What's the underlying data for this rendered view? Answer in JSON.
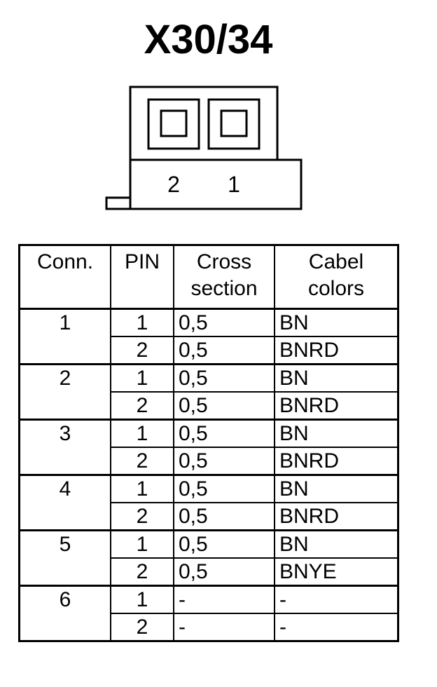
{
  "title": "X30/34",
  "connector": {
    "pin_labels": [
      "2",
      "1"
    ]
  },
  "table": {
    "headers": {
      "conn": "Conn.",
      "pin": "PIN",
      "cross": "Cross\nsection",
      "colors": "Cabel\ncolors"
    },
    "groups": [
      {
        "conn": "1",
        "rows": [
          {
            "pin": "1",
            "cross": "0,5",
            "color": "BN"
          },
          {
            "pin": "2",
            "cross": "0,5",
            "color": "BNRD"
          }
        ]
      },
      {
        "conn": "2",
        "rows": [
          {
            "pin": "1",
            "cross": "0,5",
            "color": "BN"
          },
          {
            "pin": "2",
            "cross": "0,5",
            "color": "BNRD"
          }
        ]
      },
      {
        "conn": "3",
        "rows": [
          {
            "pin": "1",
            "cross": "0,5",
            "color": "BN"
          },
          {
            "pin": "2",
            "cross": "0,5",
            "color": "BNRD"
          }
        ]
      },
      {
        "conn": "4",
        "rows": [
          {
            "pin": "1",
            "cross": "0,5",
            "color": "BN"
          },
          {
            "pin": "2",
            "cross": "0,5",
            "color": "BNRD"
          }
        ]
      },
      {
        "conn": "5",
        "rows": [
          {
            "pin": "1",
            "cross": "0,5",
            "color": "BN"
          },
          {
            "pin": "2",
            "cross": "0,5",
            "color": "BNYE"
          }
        ]
      },
      {
        "conn": "6",
        "rows": [
          {
            "pin": "1",
            "cross": "-",
            "color": "-"
          },
          {
            "pin": "2",
            "cross": "-",
            "color": "-"
          }
        ]
      }
    ]
  }
}
